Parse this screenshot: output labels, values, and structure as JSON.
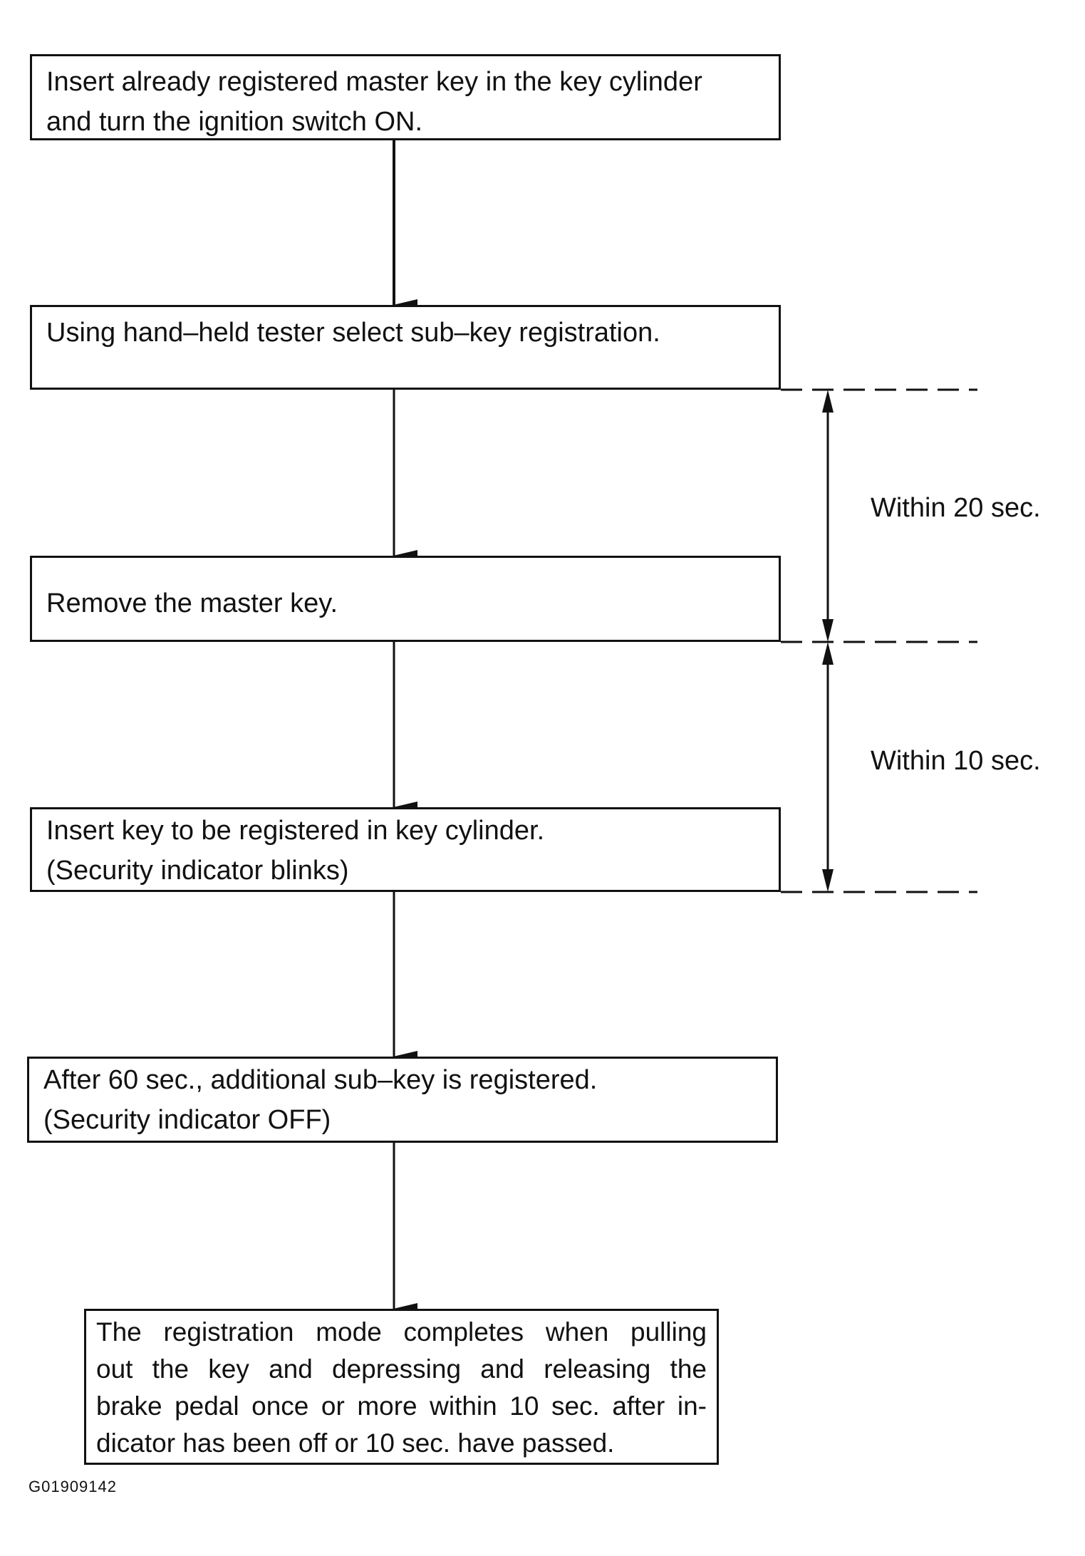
{
  "flowchart": {
    "steps": [
      {
        "lines": [
          "Insert already registered master key in the key cylinder",
          "and turn the ignition switch ON."
        ]
      },
      {
        "lines": [
          "Using hand–held tester select sub–key registration."
        ]
      },
      {
        "lines": [
          "Remove the master key."
        ]
      },
      {
        "lines": [
          "Insert key to be registered in key cylinder.",
          "(Security indicator blinks)"
        ]
      },
      {
        "lines": [
          "After 60 sec., additional sub–key is registered.",
          "(Security indicator OFF)"
        ]
      },
      {
        "lines": [
          "The registration mode completes when pulling",
          "out the key and depressing and releasing the",
          "brake pedal once or more within 10 sec. after in-",
          "dicator has been off or 10 sec. have passed."
        ]
      }
    ],
    "timing": [
      {
        "label": "Within 20 sec."
      },
      {
        "label": "Within 10 sec."
      }
    ],
    "figure_code": "G01909142"
  },
  "colors": {
    "line": "#111111",
    "background": "#ffffff"
  }
}
